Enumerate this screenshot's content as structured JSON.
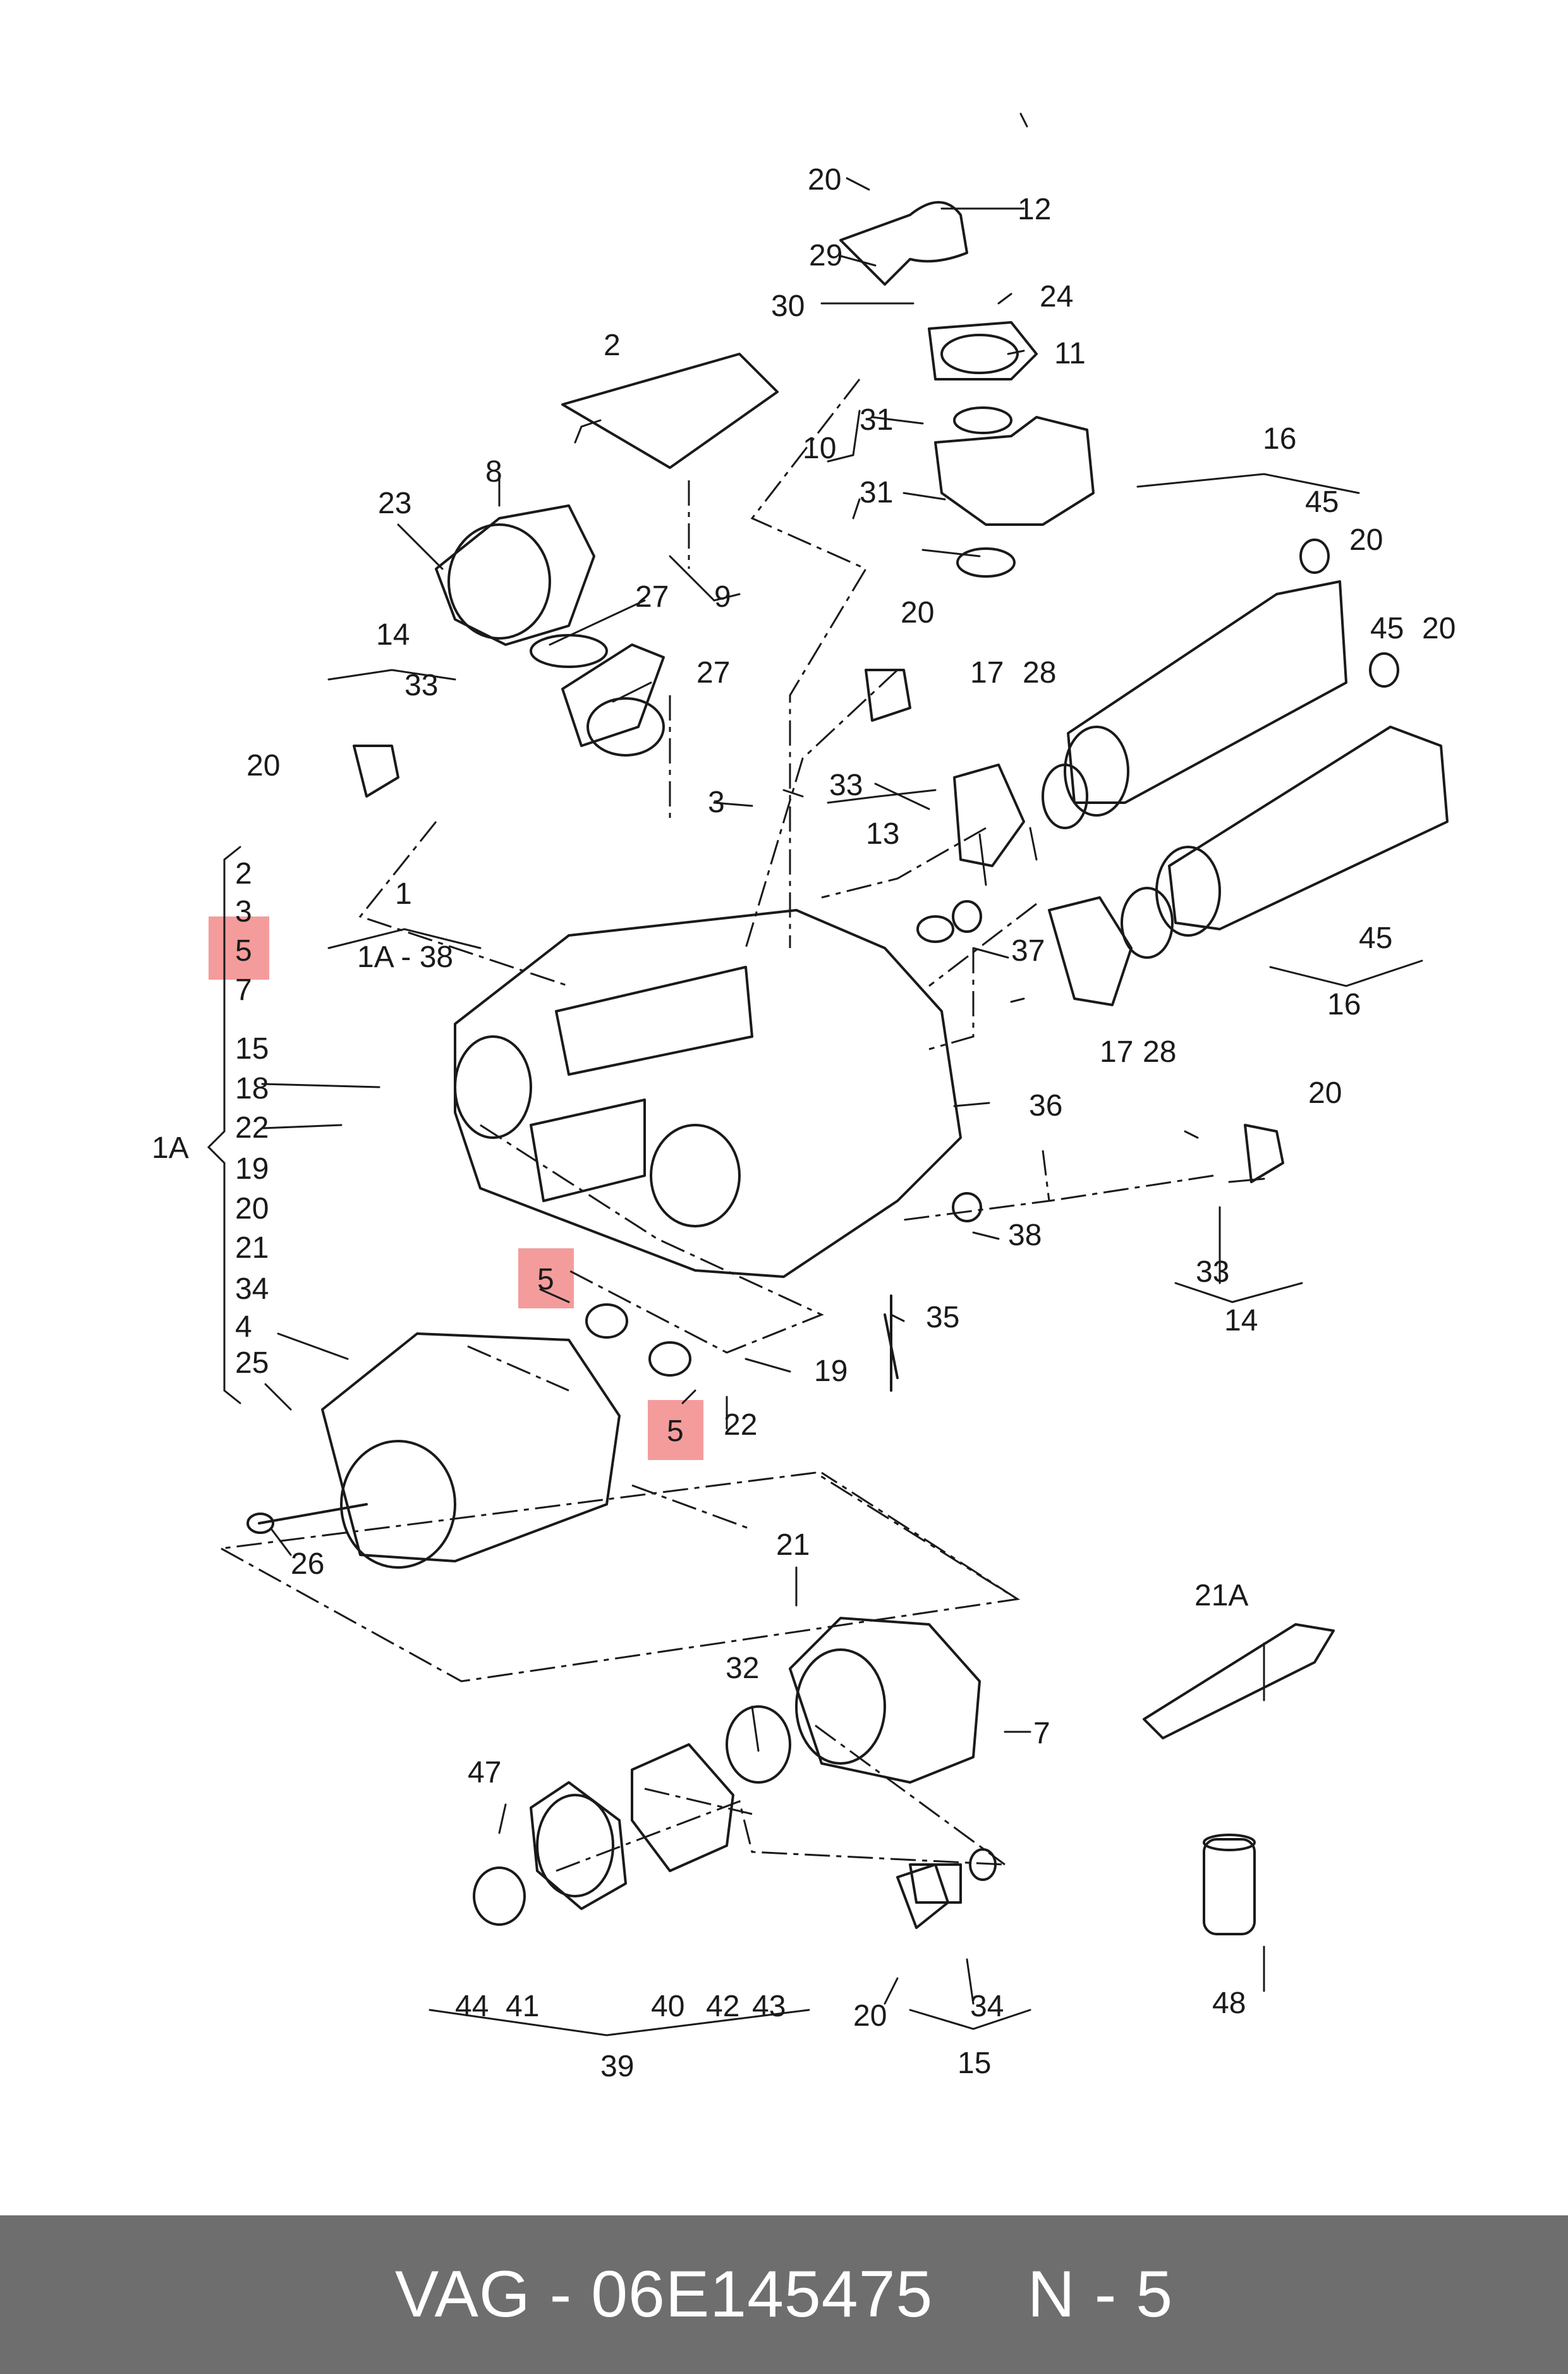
{
  "labels": {
    "l20a": "20",
    "l12": "12",
    "l29": "29",
    "l30": "30",
    "l24": "24",
    "l11": "11",
    "l2": "2",
    "l31a": "31",
    "l10": "10",
    "l31b": "31",
    "l16a": "16",
    "l45a": "45",
    "l20b": "20",
    "l45b": "45",
    "l20c": "20",
    "l23": "23",
    "l8": "8",
    "l27a": "27",
    "l9": "9",
    "l27b": "27",
    "l14a": "14",
    "l33a": "33",
    "l20d": "20",
    "l17a": "17",
    "l28a": "28",
    "l20e": "20",
    "l3": "3",
    "l33b": "33",
    "l13": "13",
    "l1": "1",
    "l1a38": "1A - 38",
    "l37": "37",
    "l45c": "45",
    "l16b": "16",
    "l17b": "17",
    "l28b": "28",
    "l36": "36",
    "l20f": "20",
    "l18": "18",
    "l22a": "22",
    "l38": "38",
    "l33c": "33",
    "l14b": "14",
    "l35": "35",
    "l5b": "5",
    "l19": "19",
    "l22b": "22",
    "l5c": "5",
    "l25": "25",
    "l26": "26",
    "l21": "21",
    "l21a": "21A",
    "l32": "32",
    "l7": "7",
    "l47": "47",
    "l34": "34",
    "l20g": "20",
    "l44": "44",
    "l41": "41",
    "l40": "40",
    "l42": "42",
    "l43": "43",
    "l15b": "15",
    "l39": "39",
    "l48": "48"
  },
  "bracket_1a": {
    "label": "1A",
    "items": [
      "2",
      "3",
      "5",
      "7",
      "15",
      "18",
      "22",
      "19",
      "20",
      "21",
      "34",
      "4",
      "25"
    ]
  },
  "highlight_color": "#f28b8b",
  "highlighted_part": "5",
  "footer": {
    "brand": "VAG",
    "separator": " - ",
    "part_number": "06E145475",
    "position_label": "N - 5"
  }
}
